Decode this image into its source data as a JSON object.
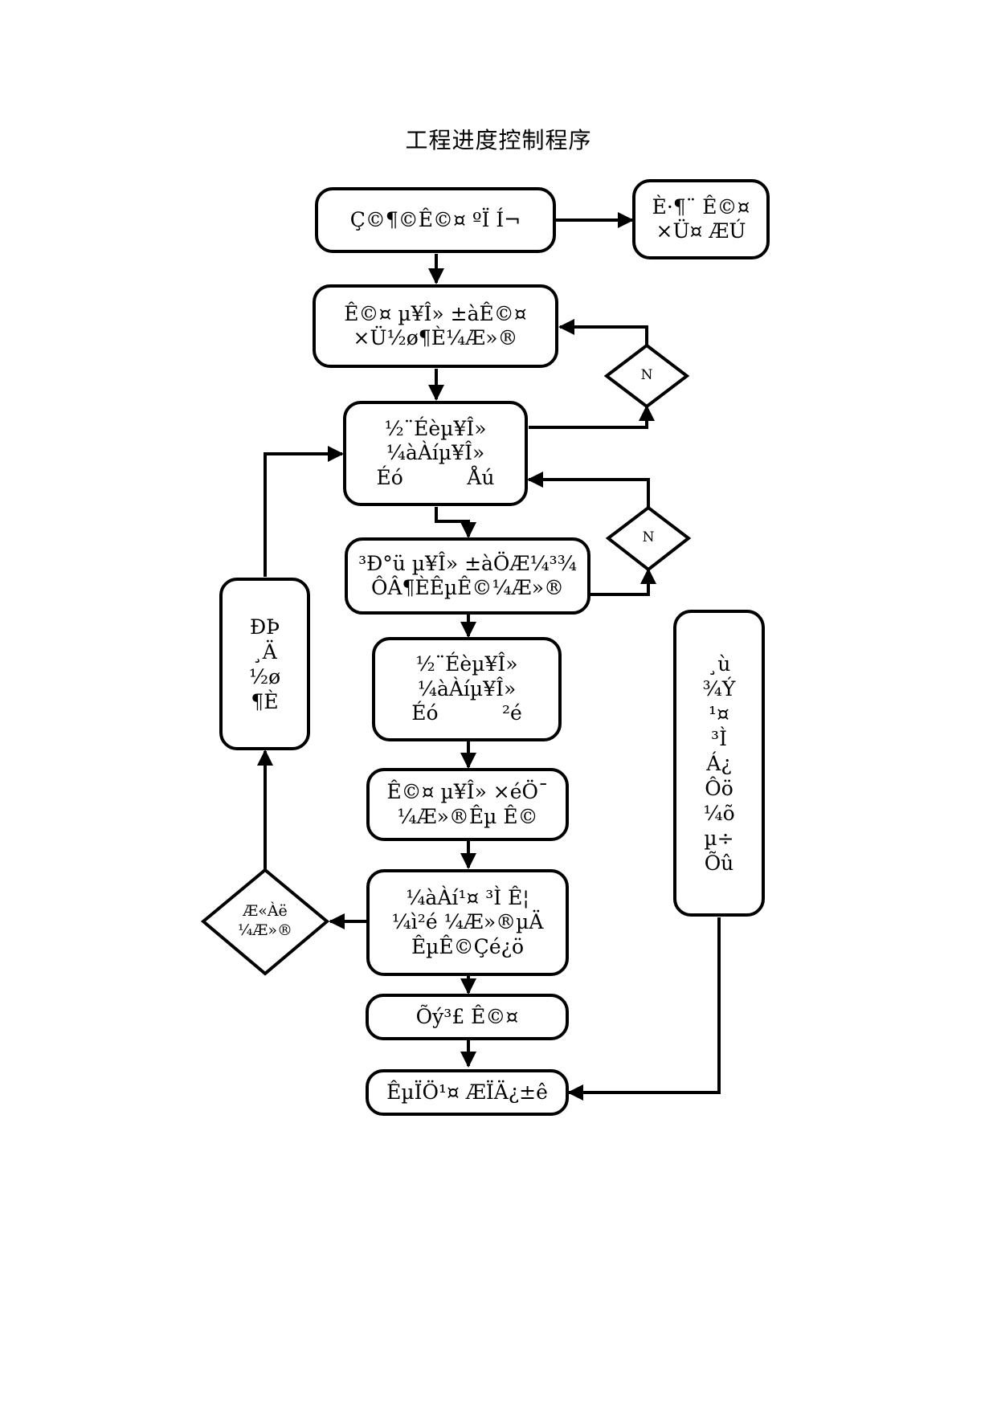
{
  "title": "工程进度控制程序",
  "boxes": {
    "b1": [
      "Ç©¶©Ê©¤ ºÏ Í¬"
    ],
    "b2": [
      "È·¶¨ Ê©¤",
      "×Ü¤ ÆÚ"
    ],
    "b3": [
      "Ê©¤ µ¥Î» ±àÊ©¤",
      "×Ü½ø¶È¼Æ»®"
    ],
    "b4": [
      "½¨Éèµ¥Î»",
      "¼àÀíµ¥Î»",
      "Éó          Åú"
    ],
    "b5": [
      "³Ð°ü µ¥Î» ±àÖÆ¼³¾",
      "ÔÂ¶ÈÊµÊ©¼Æ»®"
    ],
    "b6": [
      "½¨Éèµ¥Î»",
      "¼àÀíµ¥Î»",
      "Éó          ²é"
    ],
    "b7": [
      "Ê©¤ µ¥Î» ×éÖ¯",
      "¼Æ»®Êµ Ê©"
    ],
    "b8": [
      "¼àÀí¹¤ ³Ì Ê¦",
      "¼ì²é ¼Æ»®µÄ",
      "ÊµÊ©Çé¿ö"
    ],
    "b9": [
      "Õý³£ Ê©¤"
    ],
    "b10": [
      "ÊµÏÖ¹¤ ÆÏÄ¿±ê"
    ],
    "b11": [
      "ÐÞ",
      "¸Ä",
      "½ø",
      "¶È"
    ],
    "b12": [
      "¸ù",
      "¾Ý",
      "¹¤",
      "³Ì",
      "Á¿",
      "Ôö",
      "¼õ",
      "µ÷",
      "Õû"
    ]
  },
  "diamonds": {
    "d1": "N",
    "d2": "N",
    "d3": [
      "Æ«Àë",
      "¼Æ»®"
    ]
  }
}
